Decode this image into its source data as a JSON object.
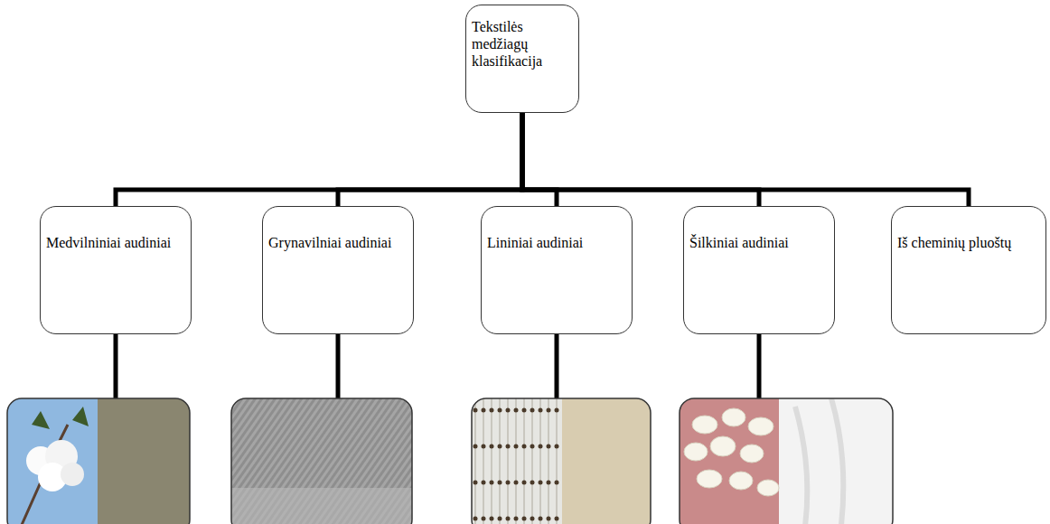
{
  "diagram": {
    "nodes": [
      {
        "text": [
          "Tekstilės medžiagų klasifikacija"
        ]
      },
      {
        "text": [
          "Medvilniniai audiniai"
        ]
      },
      {
        "text": [
          "Grynavilniai audiniai"
        ]
      },
      {
        "text": [
          "Lininiai audiniai"
        ]
      },
      {
        "text": [
          "Šilkiniai audiniai"
        ]
      },
      {
        "text": [
          "Iš cheminių pluoštų"
        ]
      }
    ],
    "edges": [
      {
        "from": 0,
        "to": 1,
        "arrow": "none"
      },
      {
        "from": 0,
        "to": 2,
        "arrow": "none"
      },
      {
        "from": 0,
        "to": 3,
        "arrow": "none"
      },
      {
        "from": 0,
        "to": 4,
        "arrow": "none"
      },
      {
        "from": 0,
        "to": 5,
        "arrow": "none"
      }
    ]
  }
}
